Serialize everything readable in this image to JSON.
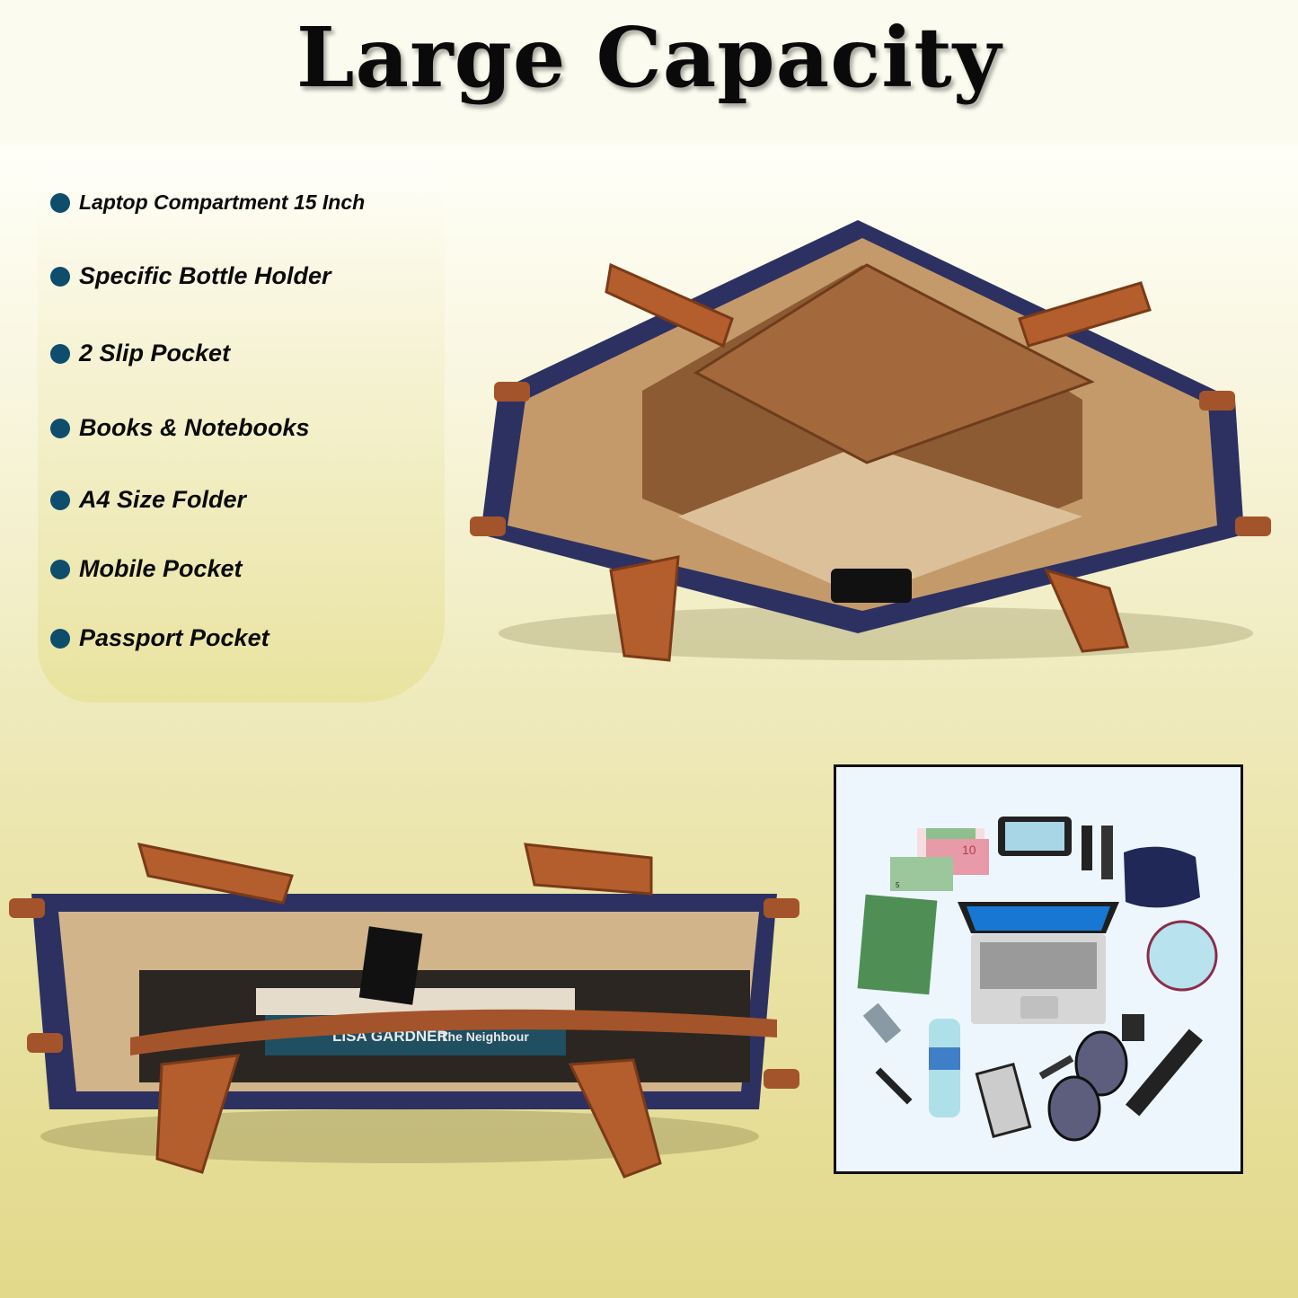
{
  "title": "Large Capacity",
  "features": [
    "Laptop Compartment 15 Inch",
    "Specific Bottle Holder",
    "2 Slip Pocket",
    "Books & Notebooks",
    "A4 Size Folder",
    "Mobile Pocket",
    "Passport Pocket"
  ],
  "book_in_bag": {
    "author": "LISA GARDNER",
    "title": "The Neighbour"
  },
  "banknotes": [
    "5",
    "10"
  ],
  "colors": {
    "bullet": "#0e4d6c",
    "leather": "#a4542a",
    "navy": "#2d3161",
    "lining": "#d9b98c"
  }
}
